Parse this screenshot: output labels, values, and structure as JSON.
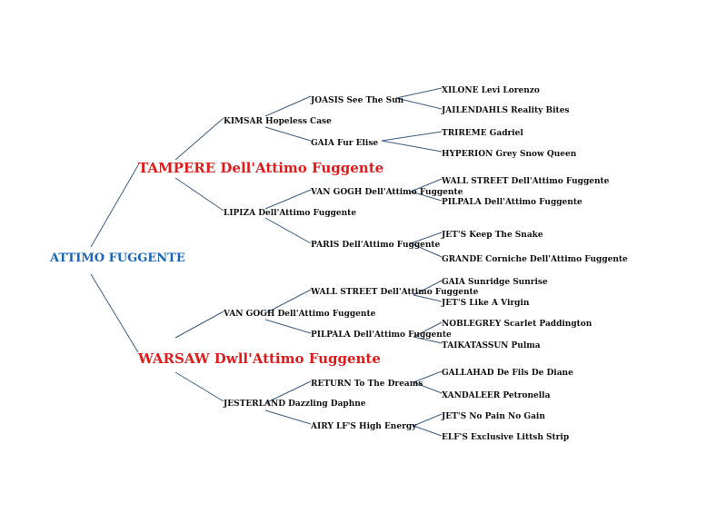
{
  "pedigree": {
    "root": "ATTIMO FUGGENTE",
    "sire": {
      "name": "TAMPERE Dell'Attimo Fuggente",
      "sire": {
        "name": "KIMSAR Hopeless Case",
        "sire": {
          "name": "JOASIS See The Sun",
          "sire": "XILONE Levi Lorenzo",
          "dam": "JAILENDAHLS Reality Bites"
        },
        "dam": {
          "name": "GAIA Fur Elise",
          "sire": "TRIREME Gadriel",
          "dam": "HYPERION Grey Snow Queen"
        }
      },
      "dam": {
        "name": "LIPIZA Dell'Attimo Fuggente",
        "sire": {
          "name": "VAN GOGH Dell'Attimo Fuggente",
          "sire": "WALL STREET Dell'Attimo Fuggente",
          "dam": "PILPALA Dell'Attimo Fuggente"
        },
        "dam": {
          "name": "PARIS Dell'Attimo Fuggente",
          "sire": "JET'S Keep The Snake",
          "dam": "GRANDE Corniche Dell'Attimo Fuggente"
        }
      }
    },
    "dam": {
      "name": "WARSAW Dwll'Attimo Fuggente",
      "sire": {
        "name": "VAN GOGH Dell'Attimo Fuggente",
        "sire": {
          "name": "WALL STREET Dell'Attimo Fuggente",
          "sire": "GAIA Sunridge Sunrise",
          "dam": "JET'S Like A Virgin"
        },
        "dam": {
          "name": "PILPALA Dell'Attimo Fuggente",
          "sire": "NOBLEGREY Scarlet Paddington",
          "dam": "TAIKATASSUN Pulma"
        }
      },
      "dam": {
        "name": "JESTERLAND Dazzling Daphne",
        "sire": {
          "name": "RETURN To The Dreams",
          "sire": "GALLAHAD De Fils De Diane",
          "dam": "XANDALEER Petronella"
        },
        "dam": {
          "name": "AIRY LF'S High Energy",
          "sire": "JET'S No Pain No Gain",
          "dam": "ELF'S Exclusive Littsh Strip"
        }
      }
    }
  },
  "colors": {
    "root": "#1565b8",
    "parents": "#e01b1b",
    "ancestors": "#111111",
    "lines": "#3b5c82"
  }
}
